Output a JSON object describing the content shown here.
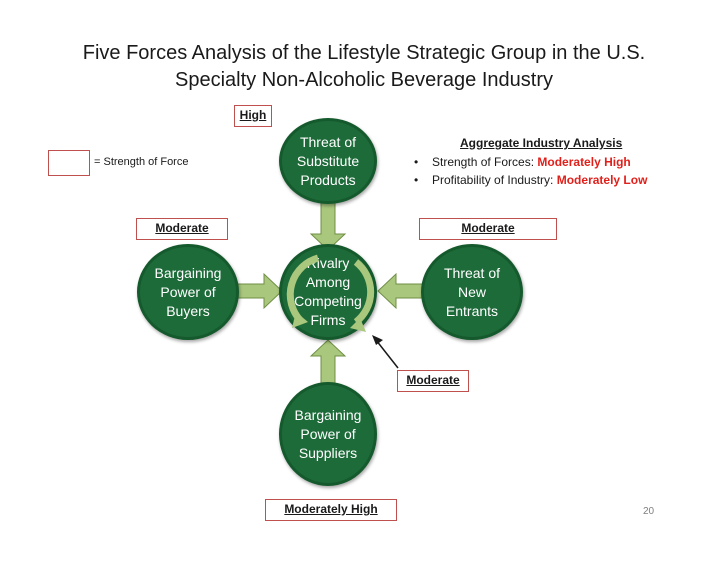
{
  "title_line1": "Five Forces Analysis of the Lifestyle Strategic Group in the U.S.",
  "title_line2": "Specialty Non-Alcoholic Beverage Industry",
  "legend": {
    "label": "= Strength of Force"
  },
  "nodes": {
    "substitutes": "Threat of\nSubstitute\nProducts",
    "buyers": "Bargaining\nPower of\nBuyers",
    "rivalry": "Rivalry\nAmong\nCompeting\nFirms",
    "entrants": "Threat of\nNew\nEntrants",
    "suppliers": "Bargaining\nPower of\nSuppliers"
  },
  "strengths": {
    "substitutes": "High",
    "buyers": "Moderate",
    "entrants": "Moderate",
    "rivalry": "Moderate",
    "suppliers": "Moderately High"
  },
  "aggregate": {
    "title": "Aggregate Industry Analysis",
    "items": [
      {
        "label": "Strength of Forces:",
        "value": "Moderately High"
      },
      {
        "label": "Profitability of Industry:",
        "value": "Moderately Low"
      }
    ]
  },
  "page_number": "20",
  "colors": {
    "circle_fill": "#1e6b3a",
    "arrow_fill": "#a9c77d",
    "box_border": "#c0504d",
    "highlight_text": "#e0201b"
  }
}
